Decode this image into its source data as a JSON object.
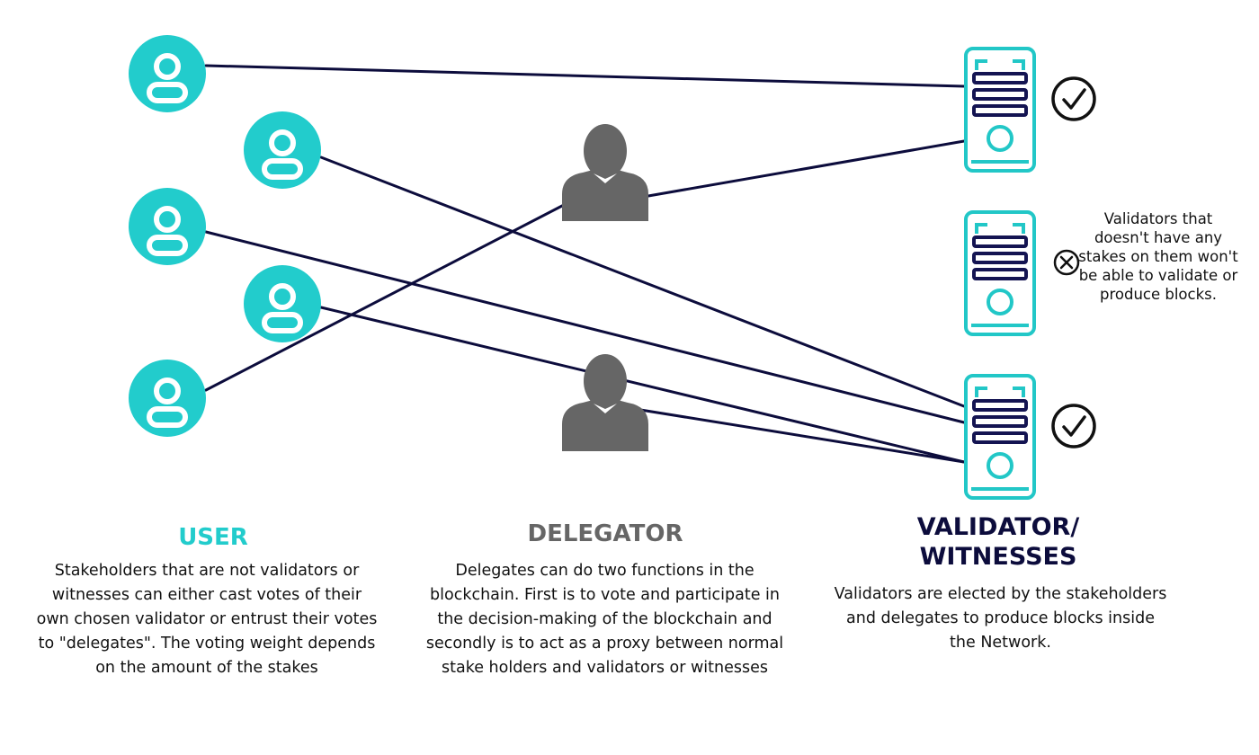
{
  "colors": {
    "user": "#22cccc",
    "delegator": "#666666",
    "validator": "#22c7c7",
    "server_bars": "#141452",
    "line": "#0c0c3c",
    "heading_validator": "#0c0c3c"
  },
  "icons": {
    "user": "user-avatar-icon",
    "delegator": "person-silhouette-icon",
    "validator": "server-icon",
    "approved": "check-circle-icon",
    "rejected": "x-circle-icon"
  },
  "user": {
    "heading": "USER",
    "description": "Stakeholders that are not validators or witnesses can either cast votes of their own chosen validator or entrust their votes to \"delegates\". The voting weight depends on the amount of the stakes"
  },
  "delegator": {
    "heading": "DELEGATOR",
    "description": "Delegates can do two functions in the blockchain. First is to vote and participate in the decision-making of the blockchain and secondly is to act as a proxy between normal stake holders and validators or witnesses"
  },
  "validator": {
    "heading_line1": "VALIDATOR/",
    "heading_line2": "WITNESSES",
    "description": "Validators are elected by the stakeholders and delegates to produce blocks inside the Network."
  },
  "side_note": "Validators that doesn't have any stakes on them won't be able to validate or produce blocks.",
  "nodes": {
    "users": [
      "user-1",
      "user-2",
      "user-3",
      "user-4",
      "user-5"
    ],
    "delegators": [
      "delegator-1",
      "delegator-2"
    ],
    "validators": [
      {
        "id": "validator-1",
        "status": "approved"
      },
      {
        "id": "validator-2",
        "status": "rejected"
      },
      {
        "id": "validator-3",
        "status": "approved"
      }
    ]
  },
  "edges": [
    {
      "from": "user-1",
      "to": "validator-1"
    },
    {
      "from": "user-5",
      "to": "delegator-1"
    },
    {
      "from": "delegator-1",
      "to": "validator-1"
    },
    {
      "from": "user-2",
      "to": "validator-3"
    },
    {
      "from": "user-3",
      "to": "validator-3"
    },
    {
      "from": "user-4",
      "to": "delegator-2"
    },
    {
      "from": "delegator-2",
      "to": "validator-3"
    }
  ]
}
